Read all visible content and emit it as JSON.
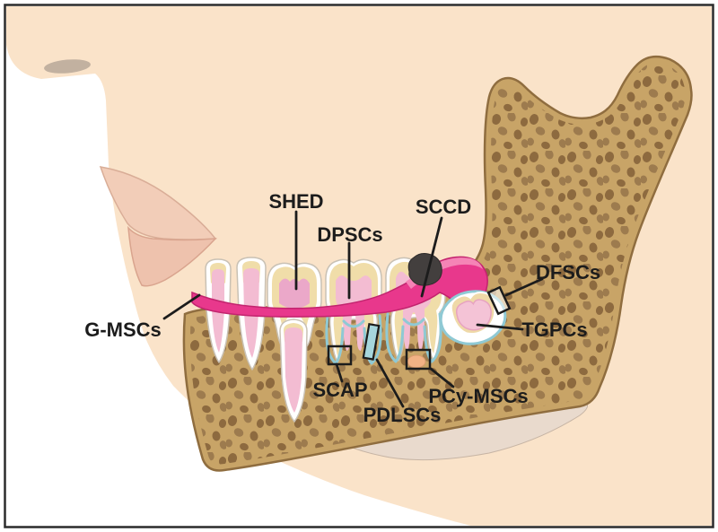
{
  "figure": {
    "caption_labels": {
      "shed": "SHED",
      "dpscs": "DPSCs",
      "sccd": "SCCD",
      "dfscs": "DFSCs",
      "tgpcs": "TGPCs",
      "g_mscs": "G-MSCs",
      "scap": "SCAP",
      "pdlscs": "PDLSCs",
      "pcy_mscs": "PCy-MSCs"
    },
    "colors": {
      "background": "#ffffff",
      "frame_border": "#2b2b2b",
      "skin": "#fae3c9",
      "lip_upper": "#f2cdb8",
      "lip_lower": "#eec2ad",
      "nostril": "#c2b1a0",
      "bone": "#c8a467",
      "bone_speckle_dark": "#8d6a3f",
      "bone_speckle_light": "#9d7b4e",
      "bone_outline": "#8f6d3f",
      "gingiva": "#e8388c",
      "gingiva_highlight": "#f584b6",
      "gingiva_outline": "#c2246e",
      "enamel": "#ffffff",
      "tooth_outline": "#c9c1b4",
      "dentin": "#f0dda9",
      "pulp": "#f3bcd2",
      "pulp_primary": "#eba8c9",
      "periodontal_ligament": "#8fc9d4",
      "caries": "#433f3e",
      "periapical_lesion": "#f2b285",
      "jaw_shadow": "#e9dacd",
      "label_text": "#1c1c1c"
    }
  }
}
